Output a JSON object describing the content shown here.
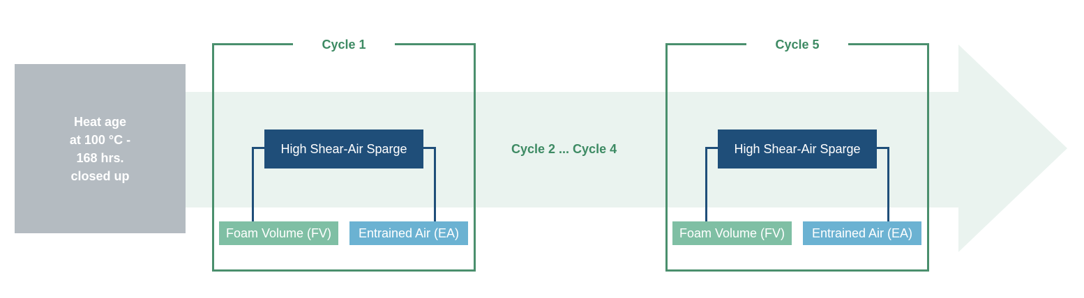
{
  "colors": {
    "arrow_fill": "#eaf3ef",
    "heat_box": "#b4bbc1",
    "frame": "#4a8f6d",
    "cycle_label": "#3d8a63",
    "shear_box": "#1f4e79",
    "fv_box": "#7fbfa4",
    "ea_box": "#6bb2d2"
  },
  "heat_age": {
    "text": "Heat age\nat 100 °C -\n168 hrs.\nclosed up"
  },
  "cycles": [
    {
      "label": "Cycle 1",
      "process": "High Shear-Air Sparge",
      "foam_volume": "Foam Volume (FV)",
      "entrained_air": "Entrained Air (EA)"
    },
    {
      "label": "Cycle 5",
      "process": "High Shear-Air Sparge",
      "foam_volume": "Foam Volume (FV)",
      "entrained_air": "Entrained Air (EA)"
    }
  ],
  "middle": {
    "label": "Cycle 2 ... Cycle 4"
  }
}
